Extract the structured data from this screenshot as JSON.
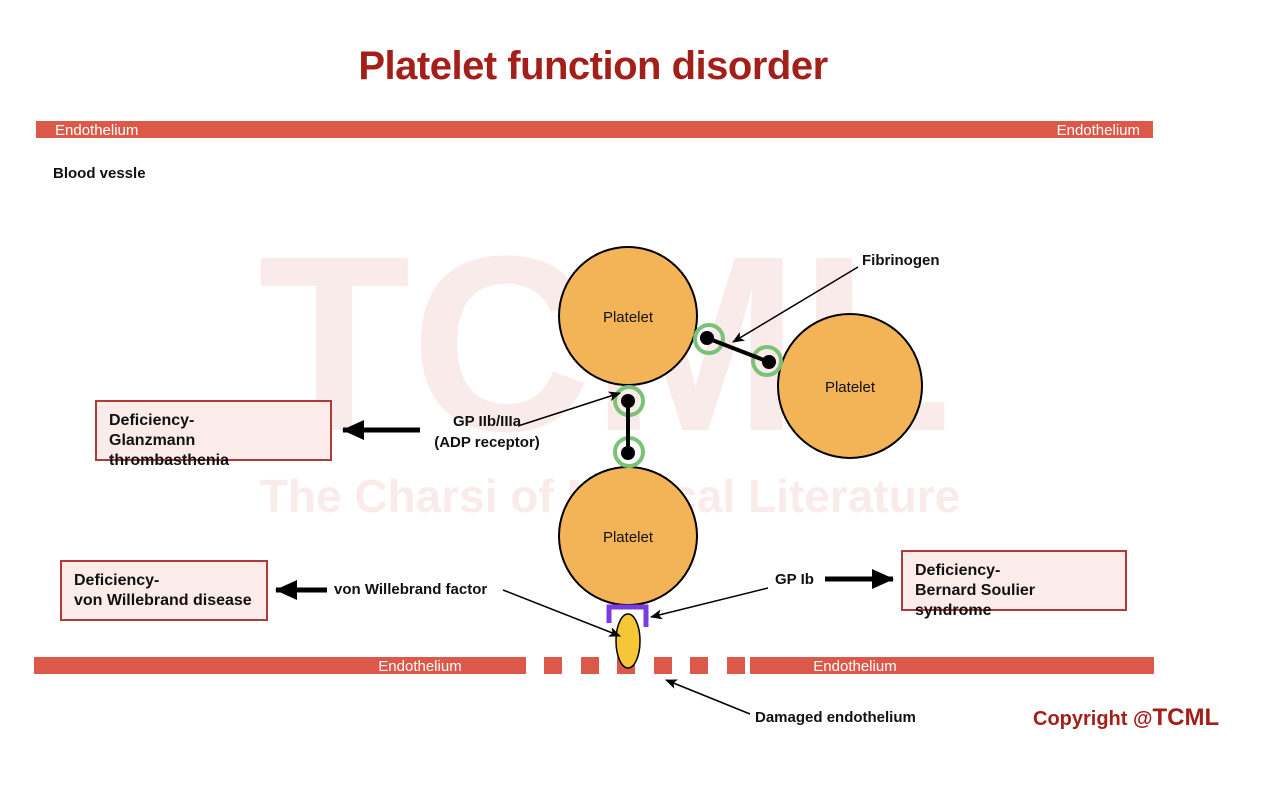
{
  "title": "Platelet function disorder",
  "endothelium_label": "Endothelium",
  "blood_vessle_label": "Blood vessle",
  "platelet_label": "Platelet",
  "fibrinogen_label": "Fibrinogen",
  "gp2b3a": {
    "line1": "GP IIb/IIIa",
    "line2": "(ADP receptor)"
  },
  "gp1b_label": "GP Ib",
  "vwf_label": "von Willebrand factor",
  "damaged_label": "Damaged endothelium",
  "deficiency_glanzmann": {
    "line1": "Deficiency-",
    "line2": "Glanzmann thrombasthenia"
  },
  "deficiency_vwd": {
    "line1": "Deficiency-",
    "line2": "von Willebrand disease"
  },
  "deficiency_bss": {
    "line1": "Deficiency-",
    "line2": "Bernard Soulier syndrome"
  },
  "watermark": {
    "logo": "TCML",
    "text": "The Charsi of Medical Literature"
  },
  "copyright": {
    "prefix": "Copyright @",
    "brand": "TCML"
  },
  "colors": {
    "title": "#a31f1a",
    "endothelium": "#dc5848",
    "platelet": "#f2b457",
    "receptor_ring": "#7cc276",
    "gp_ib": "#7a3ce0",
    "vwf": "#f5c636",
    "box_fill": "#fbecea",
    "box_border": "#b03a3a"
  }
}
